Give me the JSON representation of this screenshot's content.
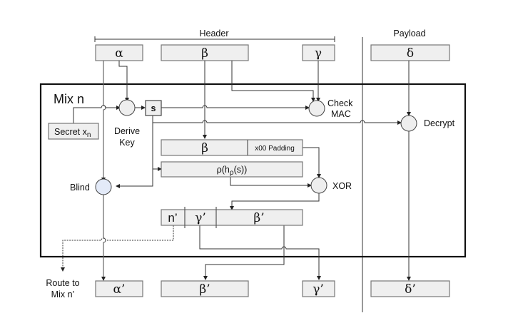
{
  "diagram": {
    "header_label": "Header",
    "payload_label": "Payload",
    "mix_label": "Mix n",
    "inputs": {
      "alpha": "α",
      "beta": "β",
      "gamma": "γ",
      "delta": "δ"
    },
    "secret_label": "Secret x",
    "secret_sub": "n",
    "s_label": "s",
    "derive_key_line1": "Derive",
    "derive_key_line2": "Key",
    "check_mac_line1": "Check",
    "check_mac_line2": "MAC",
    "decrypt_label": "Decrypt",
    "beta_inner": "β",
    "padding_label": "x00 Padding",
    "rho_label_pre": "ρ(h",
    "rho_label_sub": "ρ",
    "rho_label_post": "(s))",
    "xor_label": "XOR",
    "blind_label": "Blind",
    "result_fields": {
      "n_prime": "n’",
      "gamma_prime": "γ’",
      "beta_prime": "β’"
    },
    "route_line1": "Route to",
    "route_line2": "Mix n’",
    "outputs": {
      "alpha_prime": "α’",
      "beta_prime": "β’",
      "gamma_prime": "γ’",
      "delta_prime": "δ’"
    },
    "colors": {
      "box_fill": "#efefef",
      "blind_fill": "#e3eaf8",
      "frame": "#111111"
    }
  }
}
